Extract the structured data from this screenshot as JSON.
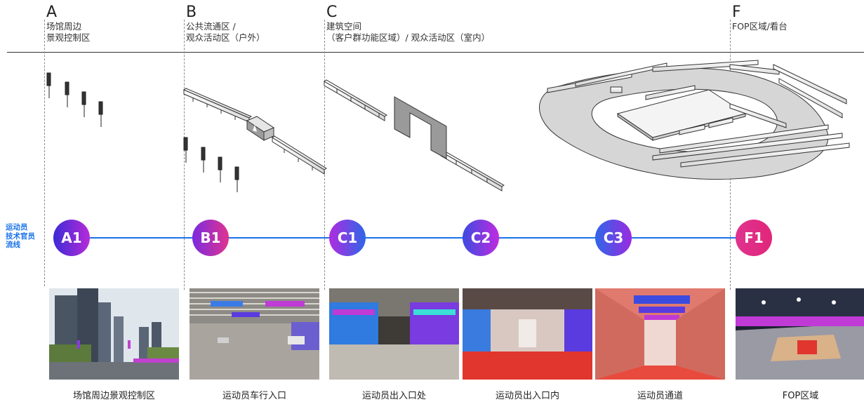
{
  "zones": [
    {
      "letter": "A",
      "lines": [
        "场馆周边",
        "景观控制区"
      ]
    },
    {
      "letter": "B",
      "lines": [
        "公共流通区 /",
        "观众活动区（户外）"
      ]
    },
    {
      "letter": "C",
      "lines": [
        "建筑空间",
        "（客户群功能区域）/ 观众活动区（室内）"
      ]
    },
    {
      "letter": "F",
      "lines": [
        "FOP区域/看台"
      ]
    }
  ],
  "flow": {
    "label_lines": [
      "运动员",
      "技术官员",
      "流线"
    ],
    "color": "#1a73e8",
    "nodes": [
      {
        "label": "A1",
        "gradient": [
          "#3b2bd6",
          "#b82bd9"
        ]
      },
      {
        "label": "B1",
        "gradient": [
          "#7a2be0",
          "#e0338f"
        ]
      },
      {
        "label": "C1",
        "gradient": [
          "#b02be0",
          "#2e66e8"
        ]
      },
      {
        "label": "C2",
        "gradient": [
          "#3b4be0",
          "#c02be0"
        ]
      },
      {
        "label": "C3",
        "gradient": [
          "#2e66e8",
          "#9a2be0"
        ]
      },
      {
        "label": "F1",
        "gradient": [
          "#e0338f",
          "#e0267a"
        ]
      }
    ]
  },
  "photos": [
    {
      "caption": "场馆周边景观控制区"
    },
    {
      "caption": "运动员车行入口"
    },
    {
      "caption": "运动员出入口处"
    },
    {
      "caption": "运动员出入口内"
    },
    {
      "caption": "运动员通道"
    },
    {
      "caption": "FOP区域"
    }
  ],
  "colors": {
    "accent_blue": "#1a73e8",
    "pink": "#e0267a",
    "purple": "#8a2be2"
  }
}
